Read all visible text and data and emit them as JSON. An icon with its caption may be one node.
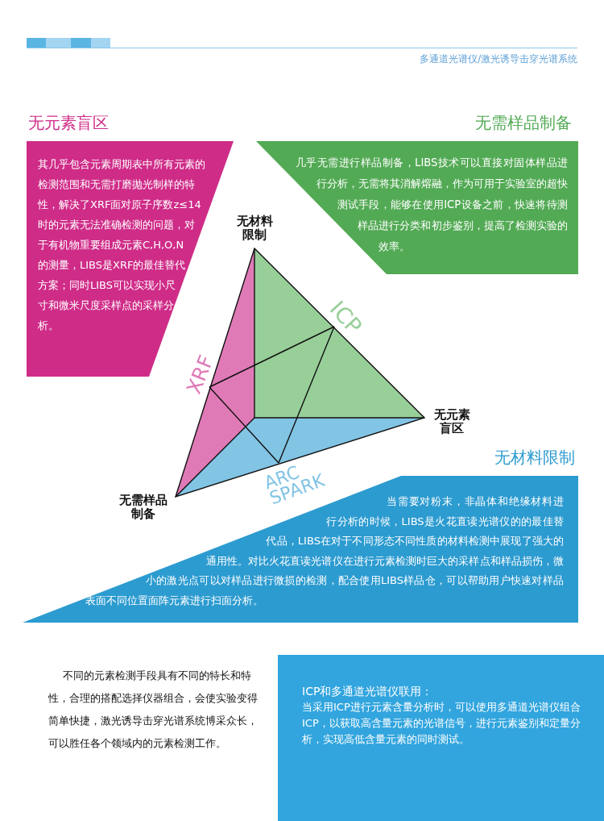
{
  "diagram": {
    "nodes": [
      {
        "text": [
          "无元素盲区",
          "其几乎包含元素周期表中所有元素的检测范围和无需打磨抛光制样的特性，解决了XRF面对原子序数z≤14时的元素无法准确检测的问题，对于有机物重要组成元素C,H,O,N的测量，LIBS是XRF的最佳替代方案；同时LIBS可以实现小尺寸和微米尺度采样点的采样分析。"
        ]
      },
      {
        "text": [
          "无需样品制备",
          "几乎无需进行样品制备，LIBS技术可以直接对固体样品进行分析，无需将其消解熔融，作为可用于实验室的超快测试手段，能够在使用ICP设备之前，快速将待测样品进行分类和初步鉴别，提高了检测实验的效率。"
        ]
      },
      {
        "text": [
          "无材料限制",
          "当需要对粉末，非晶体和绝缘材料进行分析的时候，LIBS是火花直读光谱仪的的最佳替代品，LIBS在对于不同形态不同性质的材料检测中展现了强大的通用性。对比火花直读光谱仪在进行元素检测时巨大的采样点和样品损伤，微小的激光点可以对样品进行微损的检测，配合使用LIBS样品仓，可以帮助用户快速对样品表面不同位置面阵元素进行扫面分析。"
        ]
      },
      {
        "text": [
          "ICP和多通道光谱仪联用：",
          "当采用ICP进行元素含量分析时，可以使用多通道光谱仪组合ICP，以获取高含量元素的光谱信号，进行元素鉴别和定量分析，实现高低含量元素的同时测试。"
        ]
      }
    ],
    "labels": [
      "多通道光谱仪/激光诱导击穿光谱系统",
      "无材料限制",
      "ICP",
      "XRF",
      "无元素盲区",
      "ARC SPARK",
      "无需样品制备",
      "不同的元素检测手段具有不同的特长和特性，合理的搭配选择仪器组合，会使实验变得简单快捷，激光诱导击穿光谱系统博采众长，可以胜任各个领域内的元素检测工作。"
    ]
  }
}
